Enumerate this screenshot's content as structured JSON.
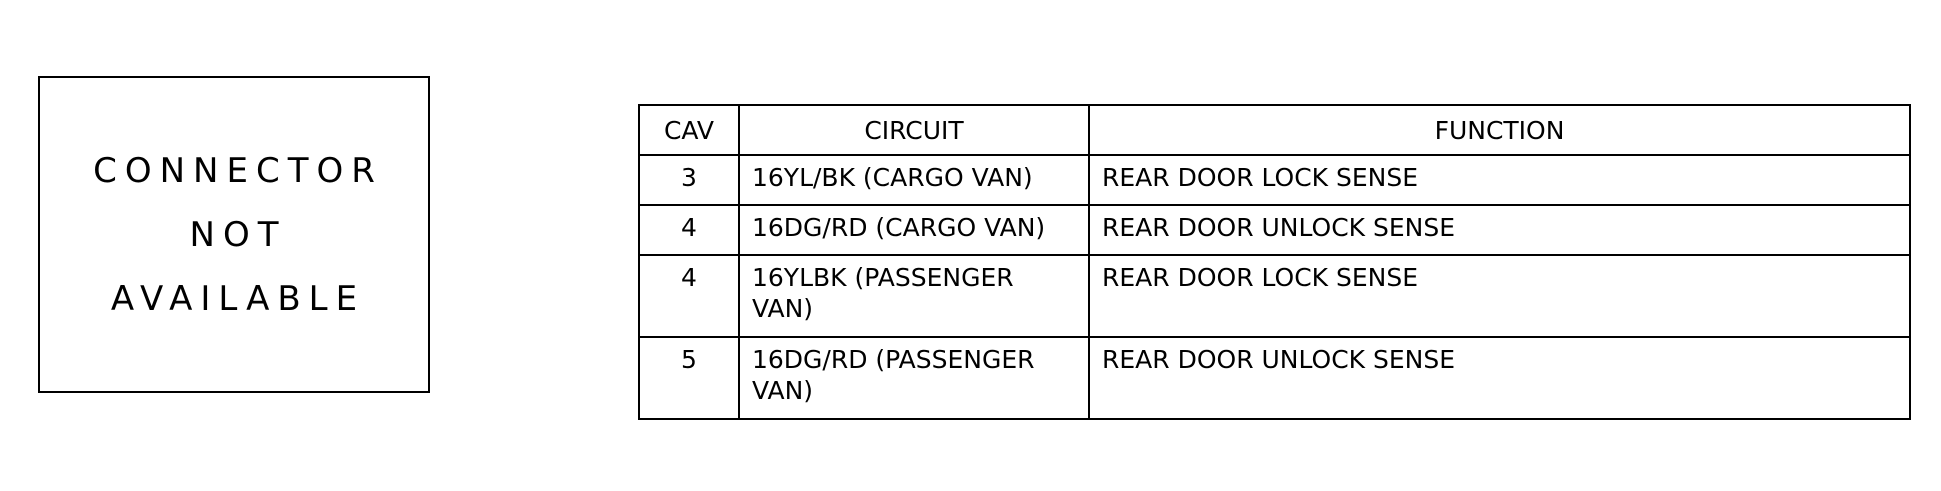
{
  "connector": {
    "lines": [
      "CONNECTOR",
      "NOT",
      "AVAILABLE"
    ]
  },
  "table": {
    "headers": [
      "CAV",
      "CIRCUIT",
      "FUNCTION"
    ],
    "rows": [
      {
        "cav": "3",
        "circuit": "16YL/BK (CARGO VAN)",
        "function": "REAR DOOR LOCK SENSE"
      },
      {
        "cav": "4",
        "circuit": "16DG/RD (CARGO VAN)",
        "function": "REAR DOOR UNLOCK SENSE"
      },
      {
        "cav": "4",
        "circuit": "16YLBK (PASSENGER VAN)",
        "function": "REAR DOOR LOCK SENSE"
      },
      {
        "cav": "5",
        "circuit": "16DG/RD (PASSENGER VAN)",
        "function": "REAR DOOR UNLOCK SENSE"
      }
    ]
  }
}
